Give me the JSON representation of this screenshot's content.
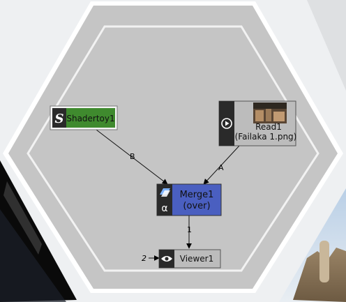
{
  "nodes": {
    "shadertoy": {
      "label": "Shadertoy1",
      "icon": "shadertoy-s-icon",
      "color": "#3f8a2e"
    },
    "read": {
      "line1": "Read1",
      "line2": "(Failaka 1.png)",
      "icon": "play-icon",
      "thumbnail": "failaka-ruins-thumbnail"
    },
    "merge": {
      "line1": "Merge1",
      "line2": "(over)",
      "icon": "merge-layers-icon",
      "alpha_icon": "α",
      "color": "#4a5fc0"
    },
    "viewer": {
      "label": "Viewer1",
      "icon": "eye-icon"
    }
  },
  "edges": {
    "shadertoy_to_merge": "B",
    "read_to_merge": "A",
    "merge_to_viewer": "1",
    "viewer_input": "2"
  },
  "colors": {
    "canvas": "#c5c5c5",
    "hex_border": "#ffffff",
    "node_grey": "#bcbcbc",
    "icon_strip": "#2a2a2a"
  }
}
